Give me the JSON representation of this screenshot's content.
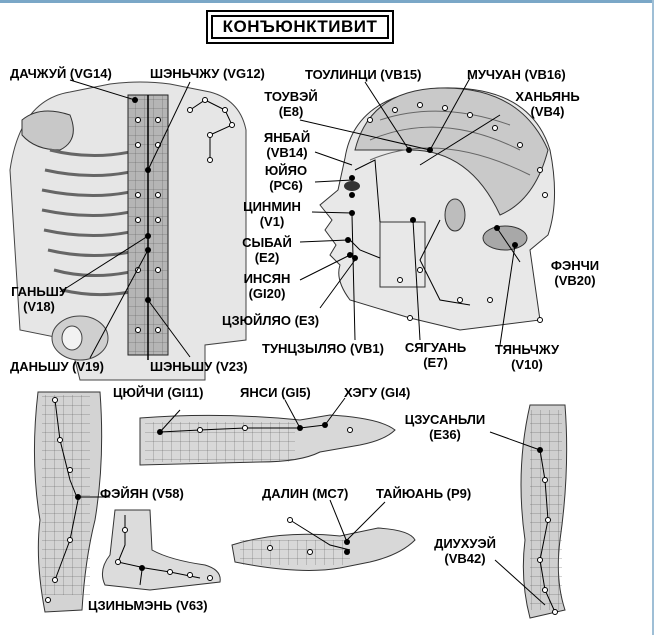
{
  "title": "КОНЪЮНКТИВИТ",
  "labels": {
    "dazhui": "ДАЧЖУЙ (VG14)",
    "shenzhu": "ШЭНЬЧЖУ (VG12)",
    "toulinci": "ТОУЛИНЦИ (VB15)",
    "muchuan": "МУЧУАН (VB16)",
    "touvei_1": "ТОУВЭЙ",
    "touvei_2": "(E8)",
    "hanyan_1": "ХАНЬЯНЬ",
    "hanyan_2": "(VB4)",
    "yanbai_1": "ЯНБАЙ",
    "yanbai_2": "(VB14)",
    "yuiyao_1": "ЮЙЯО",
    "yuiyao_2": "(РС6)",
    "qingming_1": "ЦИНМИН",
    "qingming_2": "(V1)",
    "sibai_1": "СЫБАЙ",
    "sibai_2": "(E2)",
    "yingxiang_1": "ИНСЯН",
    "yingxiang_2": "(GI20)",
    "juliao": "ЦЗЮЙЛЯО (E3)",
    "fengchi_1": "ФЭНЧИ",
    "fengchi_2": "(VB20)",
    "ganshu_1": "ГАНЬШУ",
    "ganshu_2": "(V18)",
    "danshu": "ДАНЬШУ (V19)",
    "shenshu": "ШЭНЬШУ (V23)",
    "tongziliao": "ТУНЦЗЫЛЯО (VB1)",
    "xiaguan_1": "СЯГУАНЬ",
    "xiaguan_2": "(E7)",
    "tianzhu_1": "ТЯНЬЧЖУ",
    "tianzhu_2": "(V10)",
    "quchi": "ЦЮЙЧИ (GI11)",
    "yangxi": "ЯНСИ (GI5)",
    "hegu": "ХЭГУ (GI4)",
    "zusanli_1": "ЦЗУСАНЬЛИ",
    "zusanli_2": "(E36)",
    "feiyang": "ФЭЙЯН (V58)",
    "daling": "ДАЛИН (МС7)",
    "taiyuan": "ТАЙЮАНЬ (P9)",
    "diwuhui_1": "ДИУХУЭЙ",
    "diwuhui_2": "(VB42)",
    "jinmen": "ЦЗИНЬМЭНЬ (V63)"
  }
}
